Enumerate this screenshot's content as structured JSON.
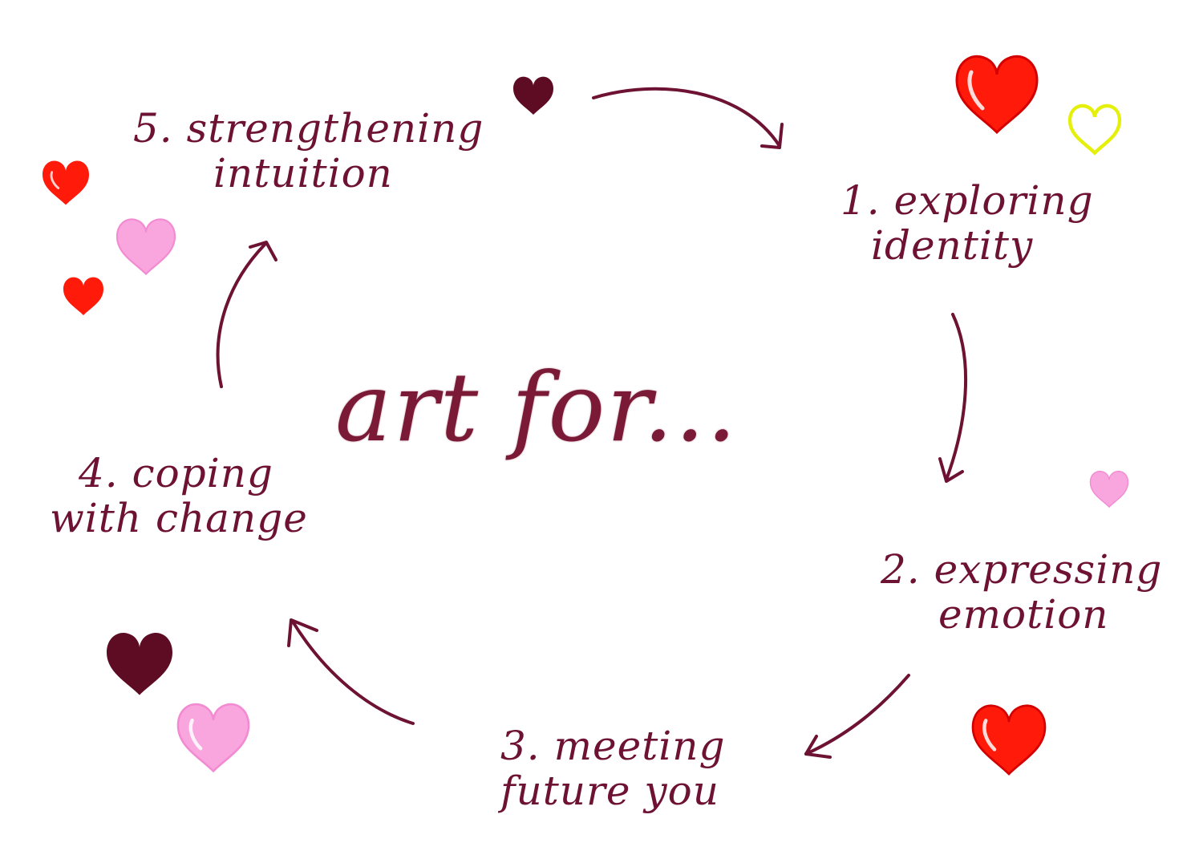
{
  "center": {
    "title": "art for..."
  },
  "steps": [
    {
      "line1": "1. exploring",
      "line2": "identity"
    },
    {
      "line1": "2. expressing",
      "line2": "emotion"
    },
    {
      "line1": "3. meeting",
      "line2": "future you"
    },
    {
      "line1": "4. coping",
      "line2": "with change"
    },
    {
      "line1": "5. strengthening",
      "line2": "intuition"
    }
  ],
  "colors": {
    "ink": "#6e1233",
    "red": "#ff1a0a",
    "pink": "#f9a6df",
    "yellow": "#e4f00a",
    "maroon": "#5e0b24"
  },
  "hearts": [
    {
      "name": "red-heart-icon",
      "color": "red"
    },
    {
      "name": "yellow-heart-icon",
      "color": "yellow"
    },
    {
      "name": "pink-heart-icon",
      "color": "pink"
    },
    {
      "name": "maroon-heart-icon",
      "color": "maroon"
    }
  ]
}
